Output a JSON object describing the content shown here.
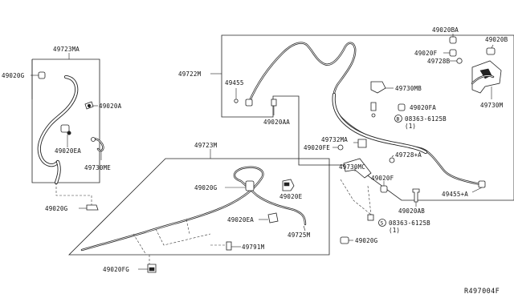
{
  "labels": {
    "p49723MA": "49723MA",
    "p49020G_a": "49020G",
    "p49020A": "49020A",
    "p49020EA_a": "49020EA",
    "p49730ME": "49730ME",
    "p49020G_b": "49020G",
    "p49723M": "49723M",
    "p49020G_c": "49020G",
    "p49020E": "49020E",
    "p49020EA_b": "49020EA",
    "p49725M": "49725M",
    "p49791M": "49791M",
    "p49020FG": "49020FG",
    "p49722M": "49722M",
    "p49455_a": "49455",
    "p49020AA": "49020AA",
    "p49732MA": "49732MA",
    "p49020FE": "49020FE",
    "p49730MC": "49730MC",
    "p49020F_a": "49020F",
    "p49730MB": "49730MB",
    "p49020FA": "49020FA",
    "s08363_a": "08363-6125B",
    "s08363_a_qty": "(1)",
    "p49728A": "49728+A",
    "p49455A": "49455+A",
    "p49020AB": "49020AB",
    "s08363_b": "08363-6125B",
    "s08363_b_qty": "(1)",
    "p49020G_d": "49020G",
    "p49020BA": "49020BA",
    "p49020B": "49020B",
    "p49020F_b": "49020F",
    "p49728B": "49728B",
    "p49730M": "49730M",
    "s_circle_a": "B",
    "s_circle_b": "S"
  },
  "reference_code": "R497004F"
}
